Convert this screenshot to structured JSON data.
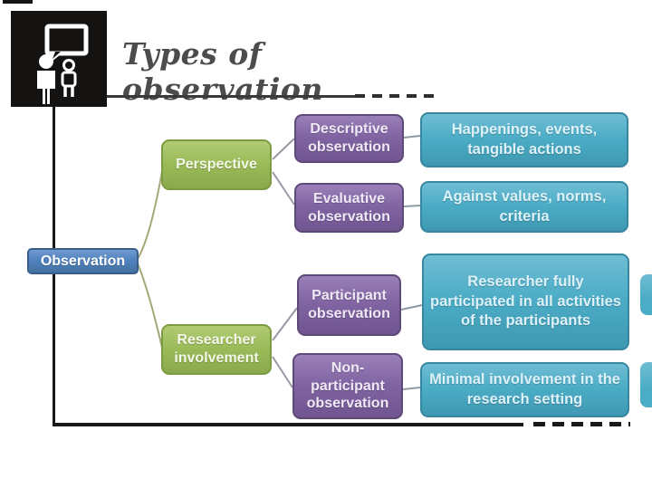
{
  "slide": {
    "title": "Types of observation",
    "logo_icon": "speech-bubble-people-icon"
  },
  "diagram": {
    "root": {
      "label": "Observation"
    },
    "branches": [
      {
        "label": "Perspective",
        "children": [
          {
            "label": "Descriptive observation",
            "description": "Happenings, events, tangible actions"
          },
          {
            "label": "Evaluative observation",
            "description": "Against values, norms, criteria"
          }
        ]
      },
      {
        "label": "Researcher involvement",
        "children": [
          {
            "label": "Participant observation",
            "description": "Researcher fully participated in all activities of the participants"
          },
          {
            "label": "Non-participant observation",
            "description": "Minimal involvement in the research setting"
          }
        ]
      }
    ]
  },
  "colors": {
    "root_blue": "#4f81bd",
    "branch_green": "#9bbb59",
    "type_purple": "#8064a2",
    "description_teal": "#4bacc6",
    "title_gray": "#4c4c4c",
    "line_black": "#1a1a1a"
  }
}
